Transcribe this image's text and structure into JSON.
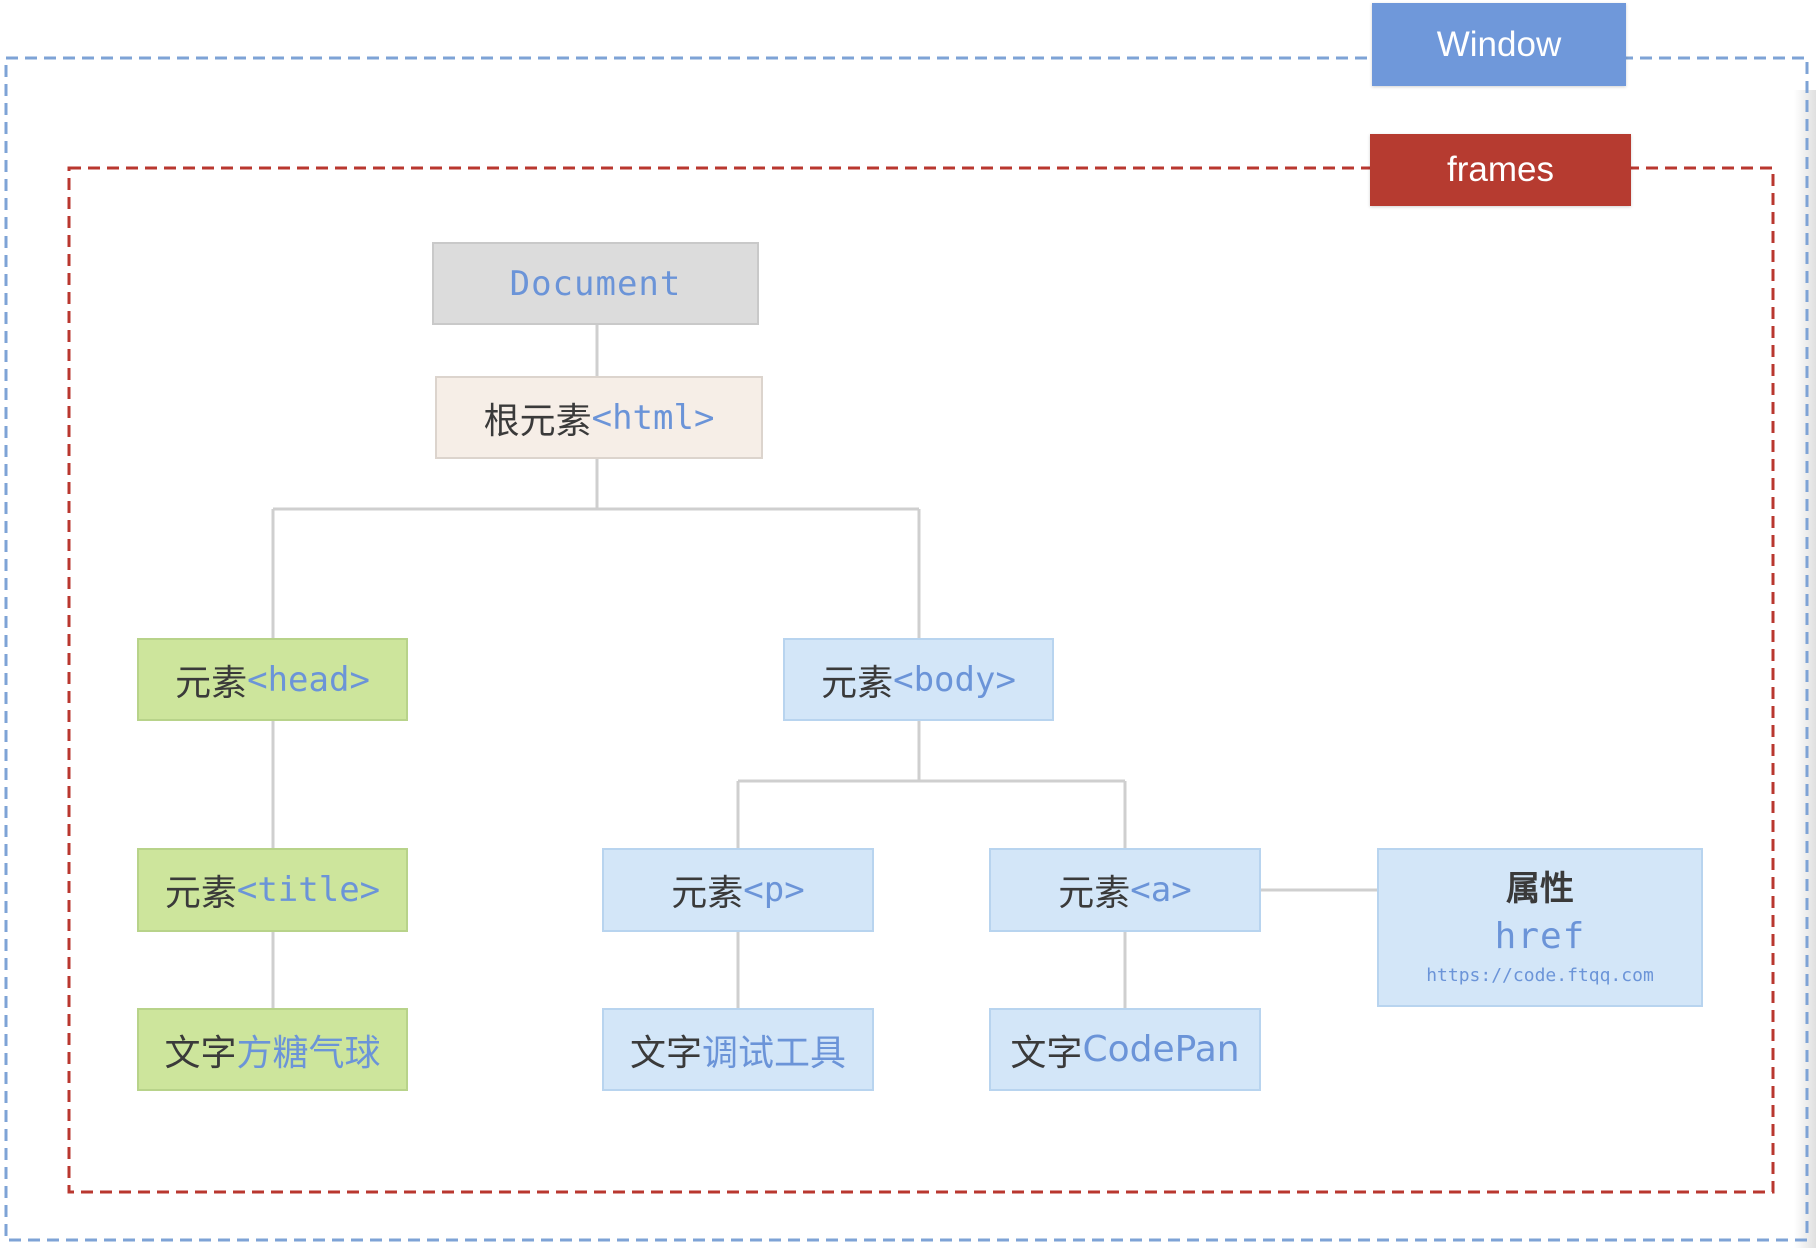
{
  "window": {
    "label": "Window"
  },
  "frames": {
    "label": "frames"
  },
  "nodes": {
    "document": {
      "text": "Document"
    },
    "html": {
      "prefix": "根元素",
      "tag": "<html>"
    },
    "head": {
      "prefix": "元素",
      "tag": "<head>"
    },
    "title": {
      "prefix": "元素",
      "tag": "<title>"
    },
    "head_text": {
      "prefix": "文字",
      "value": "方糖气球"
    },
    "body": {
      "prefix": "元素",
      "tag": "<body>"
    },
    "p": {
      "prefix": "元素",
      "tag": "<p>"
    },
    "p_text": {
      "prefix": "文字",
      "value": "调试工具"
    },
    "a": {
      "prefix": "元素",
      "tag": "<a>"
    },
    "a_text": {
      "prefix": "文字",
      "value": "CodePan"
    },
    "attribute": {
      "heading": "属性",
      "name": "href",
      "value": "https://code.ftqq.com"
    }
  },
  "colors": {
    "window_blue": "#6f98da",
    "window_dash": "#7ea3d6",
    "frames_red": "#b63b30",
    "frames_dash": "#b9372f",
    "doc_fill": "#dcdcdc",
    "html_fill": "#f6eee7",
    "green_fill": "#cde59c",
    "blue_fill": "#d3e6f8",
    "tag_blue": "#6b94d8",
    "dark_text": "#3a3a3a",
    "connector": "#cfcfcf"
  }
}
